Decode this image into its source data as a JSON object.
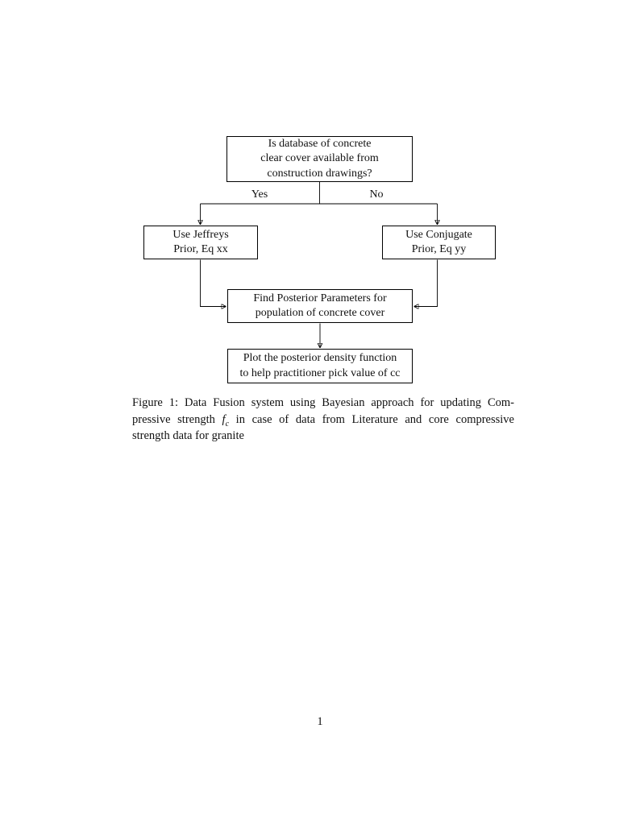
{
  "flowchart": {
    "decision": {
      "lines": [
        "Is database of concrete",
        "clear cover available from",
        "construction drawings?"
      ]
    },
    "branch_yes": "Yes",
    "branch_no": "No",
    "jeffreys": {
      "lines": [
        "Use Jeffreys",
        "Prior, Eq xx"
      ]
    },
    "conjugate": {
      "lines": [
        "Use Conjugate",
        "Prior, Eq yy"
      ]
    },
    "posterior": {
      "lines": [
        "Find Posterior Parameters for",
        "population of concrete cover"
      ]
    },
    "plot": {
      "lines": [
        "Plot the posterior density function",
        "to help practitioner pick value of cc"
      ]
    },
    "line_color": "#000000"
  },
  "caption": {
    "line1": "Figure 1: Data Fusion system using Bayesian approach for updating Com-",
    "line2_pre": "pressive strength ",
    "fc_base": "f",
    "fc_sub": "c",
    "line2_post": " in case of data from Literature and core compressive",
    "line3": "strength data for granite"
  },
  "page_number": "1"
}
